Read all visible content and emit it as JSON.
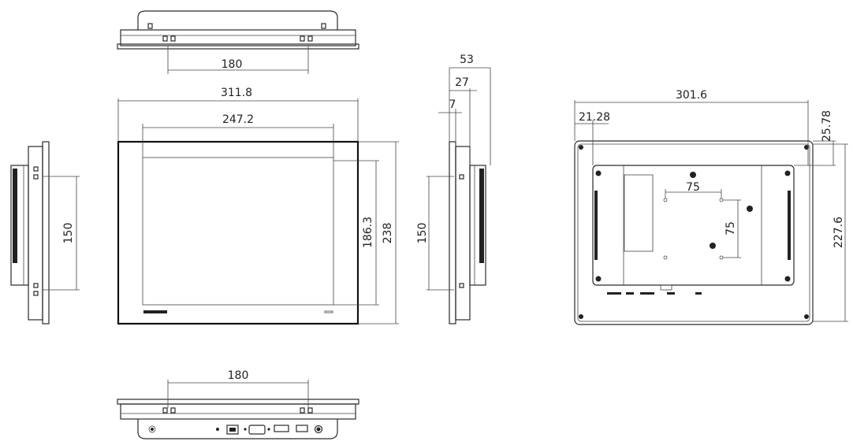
{
  "views": {
    "top": {
      "width": "180"
    },
    "front": {
      "width": "311.8",
      "screen_width": "247.2",
      "height": "238",
      "screen_height": "186.3"
    },
    "left": {
      "height": "150"
    },
    "side": {
      "depth": "53",
      "bracket": "27",
      "bezel": "7",
      "height": "150"
    },
    "rear": {
      "width": "301.6",
      "offset_x": "21.28",
      "offset_y": "25.78",
      "height": "227.6",
      "vesa_x": "75",
      "vesa_y": "75"
    },
    "bottom": {
      "width": "180"
    }
  },
  "colors": {
    "line": "#2a2a2a",
    "background": "#ffffff"
  }
}
